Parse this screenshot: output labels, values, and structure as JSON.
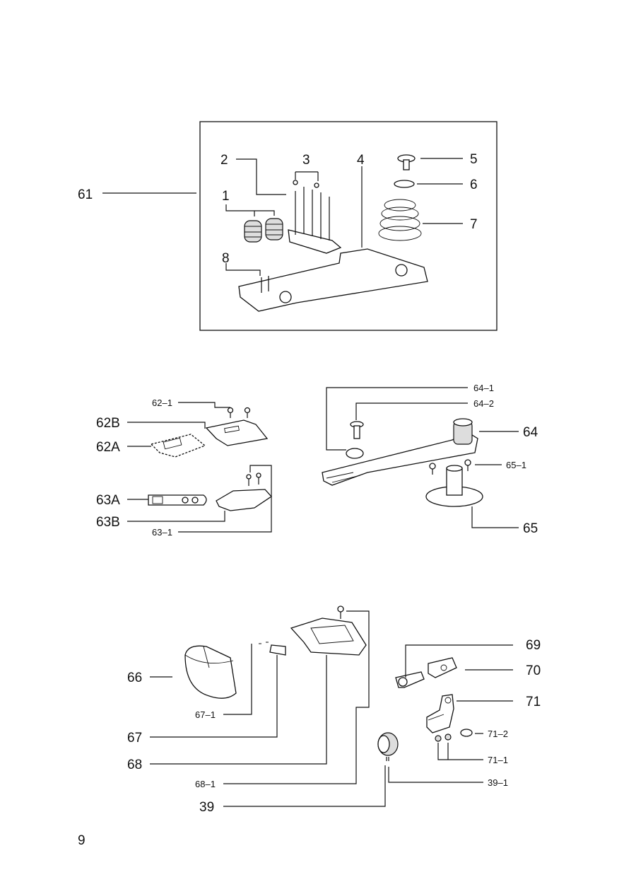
{
  "page_number": "9",
  "labels": {
    "l61": "61",
    "l1": "1",
    "l2": "2",
    "l3": "3",
    "l4": "4",
    "l5": "5",
    "l6": "6",
    "l7": "7",
    "l8": "8",
    "l62_1": "62–1",
    "l62B": "62B",
    "l62A": "62A",
    "l63A": "63A",
    "l63B": "63B",
    "l63_1": "63–1",
    "l64_1": "64–1",
    "l64_2": "64–2",
    "l64": "64",
    "l65_1": "65–1",
    "l65": "65",
    "l66": "66",
    "l67_1": "67–1",
    "l67": "67",
    "l68": "68",
    "l68_1": "68–1",
    "l39": "39",
    "l69": "69",
    "l70": "70",
    "l71": "71",
    "l71_2": "71–2",
    "l71_1": "71–1",
    "l39_1": "39–1"
  }
}
